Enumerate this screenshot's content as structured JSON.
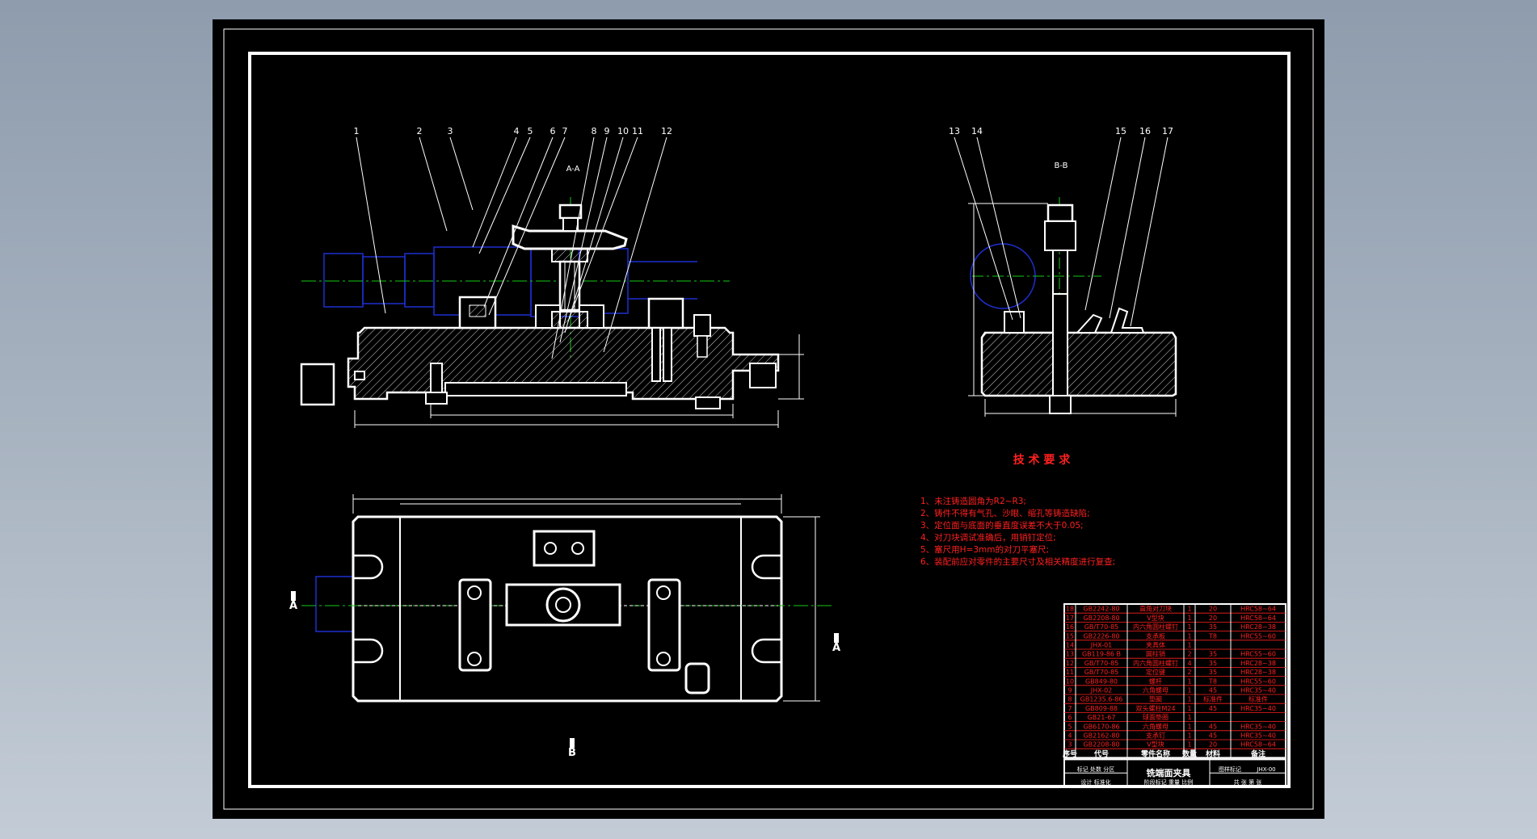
{
  "drawing": {
    "colors": {
      "background": "#000000",
      "viewport": "#9aa7b6",
      "outline": "#ffffff",
      "hidden": "#1e2fd0",
      "centerline": "#14c814",
      "notes": "#ff2020"
    },
    "views": {
      "section_aa": "A-A",
      "section_bb": "B-B"
    },
    "markers": {
      "a_left": "A",
      "a_right": "A",
      "b_bottom": "B"
    },
    "balloons_aa": [
      "1",
      "2",
      "3",
      "4",
      "5",
      "6",
      "7",
      "8",
      "9",
      "10",
      "11",
      "12"
    ],
    "balloons_bb": [
      "13",
      "14",
      "15",
      "16",
      "17"
    ],
    "tech_title": "技 术 要 求",
    "tech_notes": [
      "1、未注铸造圆角为R2~R3;",
      "2、铸件不得有气孔、沙眼、缩孔等铸造缺陷;",
      "3、定位面与底面的垂直度误差不大于0.05;",
      "4、对刀块调试准确后，用销钉定位;",
      "5、塞尺用H=3mm的对刀平塞尺;",
      "6、装配前应对零件的主要尺寸及相关精度进行复查;"
    ],
    "bom": [
      [
        "18",
        "GB2242-80",
        "直角对刀块",
        "1",
        "20",
        "HRC58~64"
      ],
      [
        "17",
        "GB2208-80",
        "V型块",
        "1",
        "20",
        "HRC58~64"
      ],
      [
        "16",
        "GB/T70-85",
        "内六角圆柱螺钉",
        "1",
        "35",
        "HRC28~38"
      ],
      [
        "15",
        "GB2226-80",
        "支承板",
        "1",
        "T8",
        "HRC55~60"
      ],
      [
        "14",
        "JHX-01",
        "夹具体",
        "1",
        "",
        ""
      ],
      [
        "13",
        "GB119-86 B",
        "圆柱销",
        "2",
        "35",
        "HRC55~60"
      ],
      [
        "12",
        "GB/T70-85",
        "内六角圆柱螺钉",
        "4",
        "35",
        "HRC28~38"
      ],
      [
        "11",
        "GB/T70-85",
        "定位键",
        "2",
        "35",
        "HRC28~38"
      ],
      [
        "10",
        "GB849-80",
        "螺杆",
        "1",
        "T8",
        "HRC55~60"
      ],
      [
        "9",
        "JHX-02",
        "六角螺母",
        "1",
        "45",
        "HRC35~40"
      ],
      [
        "8",
        "GB1235.6-86",
        "垫圈",
        "1",
        "标准件",
        "标准件"
      ],
      [
        "7",
        "GB809-88",
        "双头螺柱M24",
        "1",
        "45",
        "HRC35~40"
      ],
      [
        "6",
        "GB21-67",
        "球面垫圈",
        "1",
        "",
        ""
      ],
      [
        "5",
        "GB6170-86",
        "六角螺母",
        "1",
        "45",
        "HRC35~40"
      ],
      [
        "4",
        "GB2162-80",
        "支承钉",
        "1",
        "45",
        "HRC35~40"
      ],
      [
        "3",
        "GB2208-80",
        "V型块",
        "1",
        "20",
        "HRC58~64"
      ]
    ],
    "bom_header": [
      "序号",
      "代号",
      "零件名称",
      "数量",
      "材料",
      "备注"
    ],
    "title_block": {
      "title": "铣端面夹具",
      "row1": [
        "标记",
        "处数",
        "分区"
      ],
      "row2": [
        "设计",
        "",
        "标准化"
      ],
      "bottom": "阶段标记  重量  比例",
      "sheet": "共 张  第 张",
      "code": "JHX-00",
      "extra": "图样标记"
    }
  }
}
